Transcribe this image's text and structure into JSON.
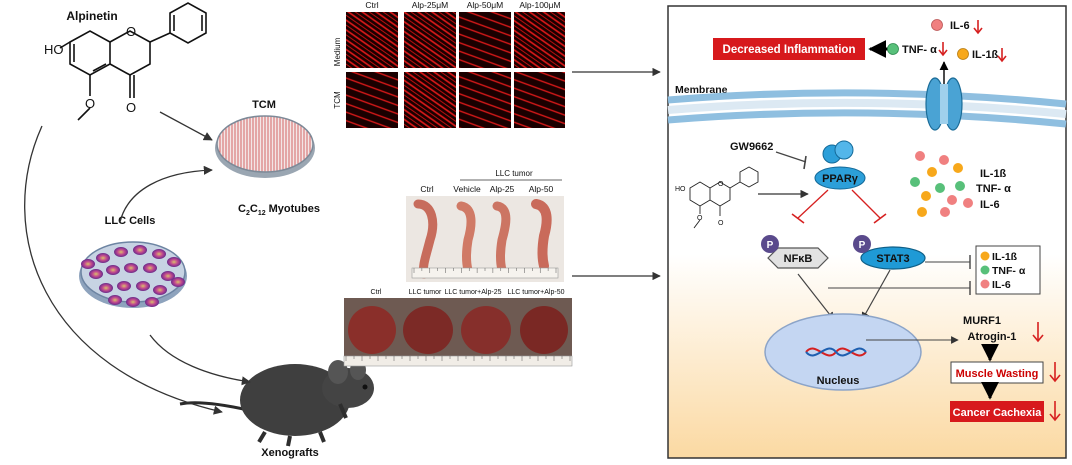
{
  "left": {
    "compound_title": "Alpinetin",
    "ho_label": "HO",
    "o_label": "O",
    "carbonyl_label": "O",
    "methoxy_label": "O",
    "tcm_label": "TCM",
    "myotubes_label": "Myotubes",
    "c2c12_main": "C",
    "c2c12_sub1": "2",
    "c2c12_mid": "C",
    "c2c12_sub2": "12",
    "llc_label": "LLC Cells",
    "xenograft_label": "Xenografts"
  },
  "micro": {
    "columns": [
      "Ctrl",
      "Alp-25μM",
      "Alp-50μM",
      "Alp-100μM"
    ],
    "rows": [
      "Medium",
      "TCM"
    ]
  },
  "muscle": {
    "group_label": "LLC tumor",
    "columns": [
      "Ctrl",
      "Vehicle",
      "Alp-25",
      "Alp-50"
    ]
  },
  "mice": {
    "columns": [
      "Ctrl",
      "LLC tumor",
      "LLC tumor+Alp-25",
      "LLC tumor+Alp-50"
    ]
  },
  "mechanism": {
    "decreased_inflammation": "Decreased Inflammation",
    "il6_top": "IL-6",
    "tnf_top": "TNF- α",
    "il1b_top": "IL-1ß",
    "membrane": "Membrane",
    "gw9662": "GW9662",
    "ppar": "PPARγ",
    "nfkb": "NFκB",
    "stat3": "STAT3",
    "p1": "P",
    "p2": "P",
    "il1b_cluster": "IL-1ß",
    "tnf_cluster": "TNF- α",
    "il6_cluster": "IL-6",
    "box_il1b": "IL-1ß",
    "box_tnf": "TNF- α",
    "box_il6": "IL-6",
    "murf1": "MURF1",
    "atrogin": "Atrogin-1",
    "nucleus": "Nucleus",
    "muscle_wasting": "Muscle Wasting",
    "cancer_cachexia": "Cancer Cachexia",
    "mini_ho": "HO",
    "mini_o": "O",
    "mini_o2": "O",
    "mini_o3": "O"
  },
  "colors": {
    "red_box": "#d7191c",
    "ppar_blue": "#2c9fd9",
    "panel_border": "#333333",
    "inflam_red": "#cc0000",
    "dot_red": "#f08080",
    "dot_orange": "#f7a81b",
    "dot_green": "#58c07a",
    "nucleus": "#c4d6f2",
    "down_arrow": "#d62020"
  }
}
